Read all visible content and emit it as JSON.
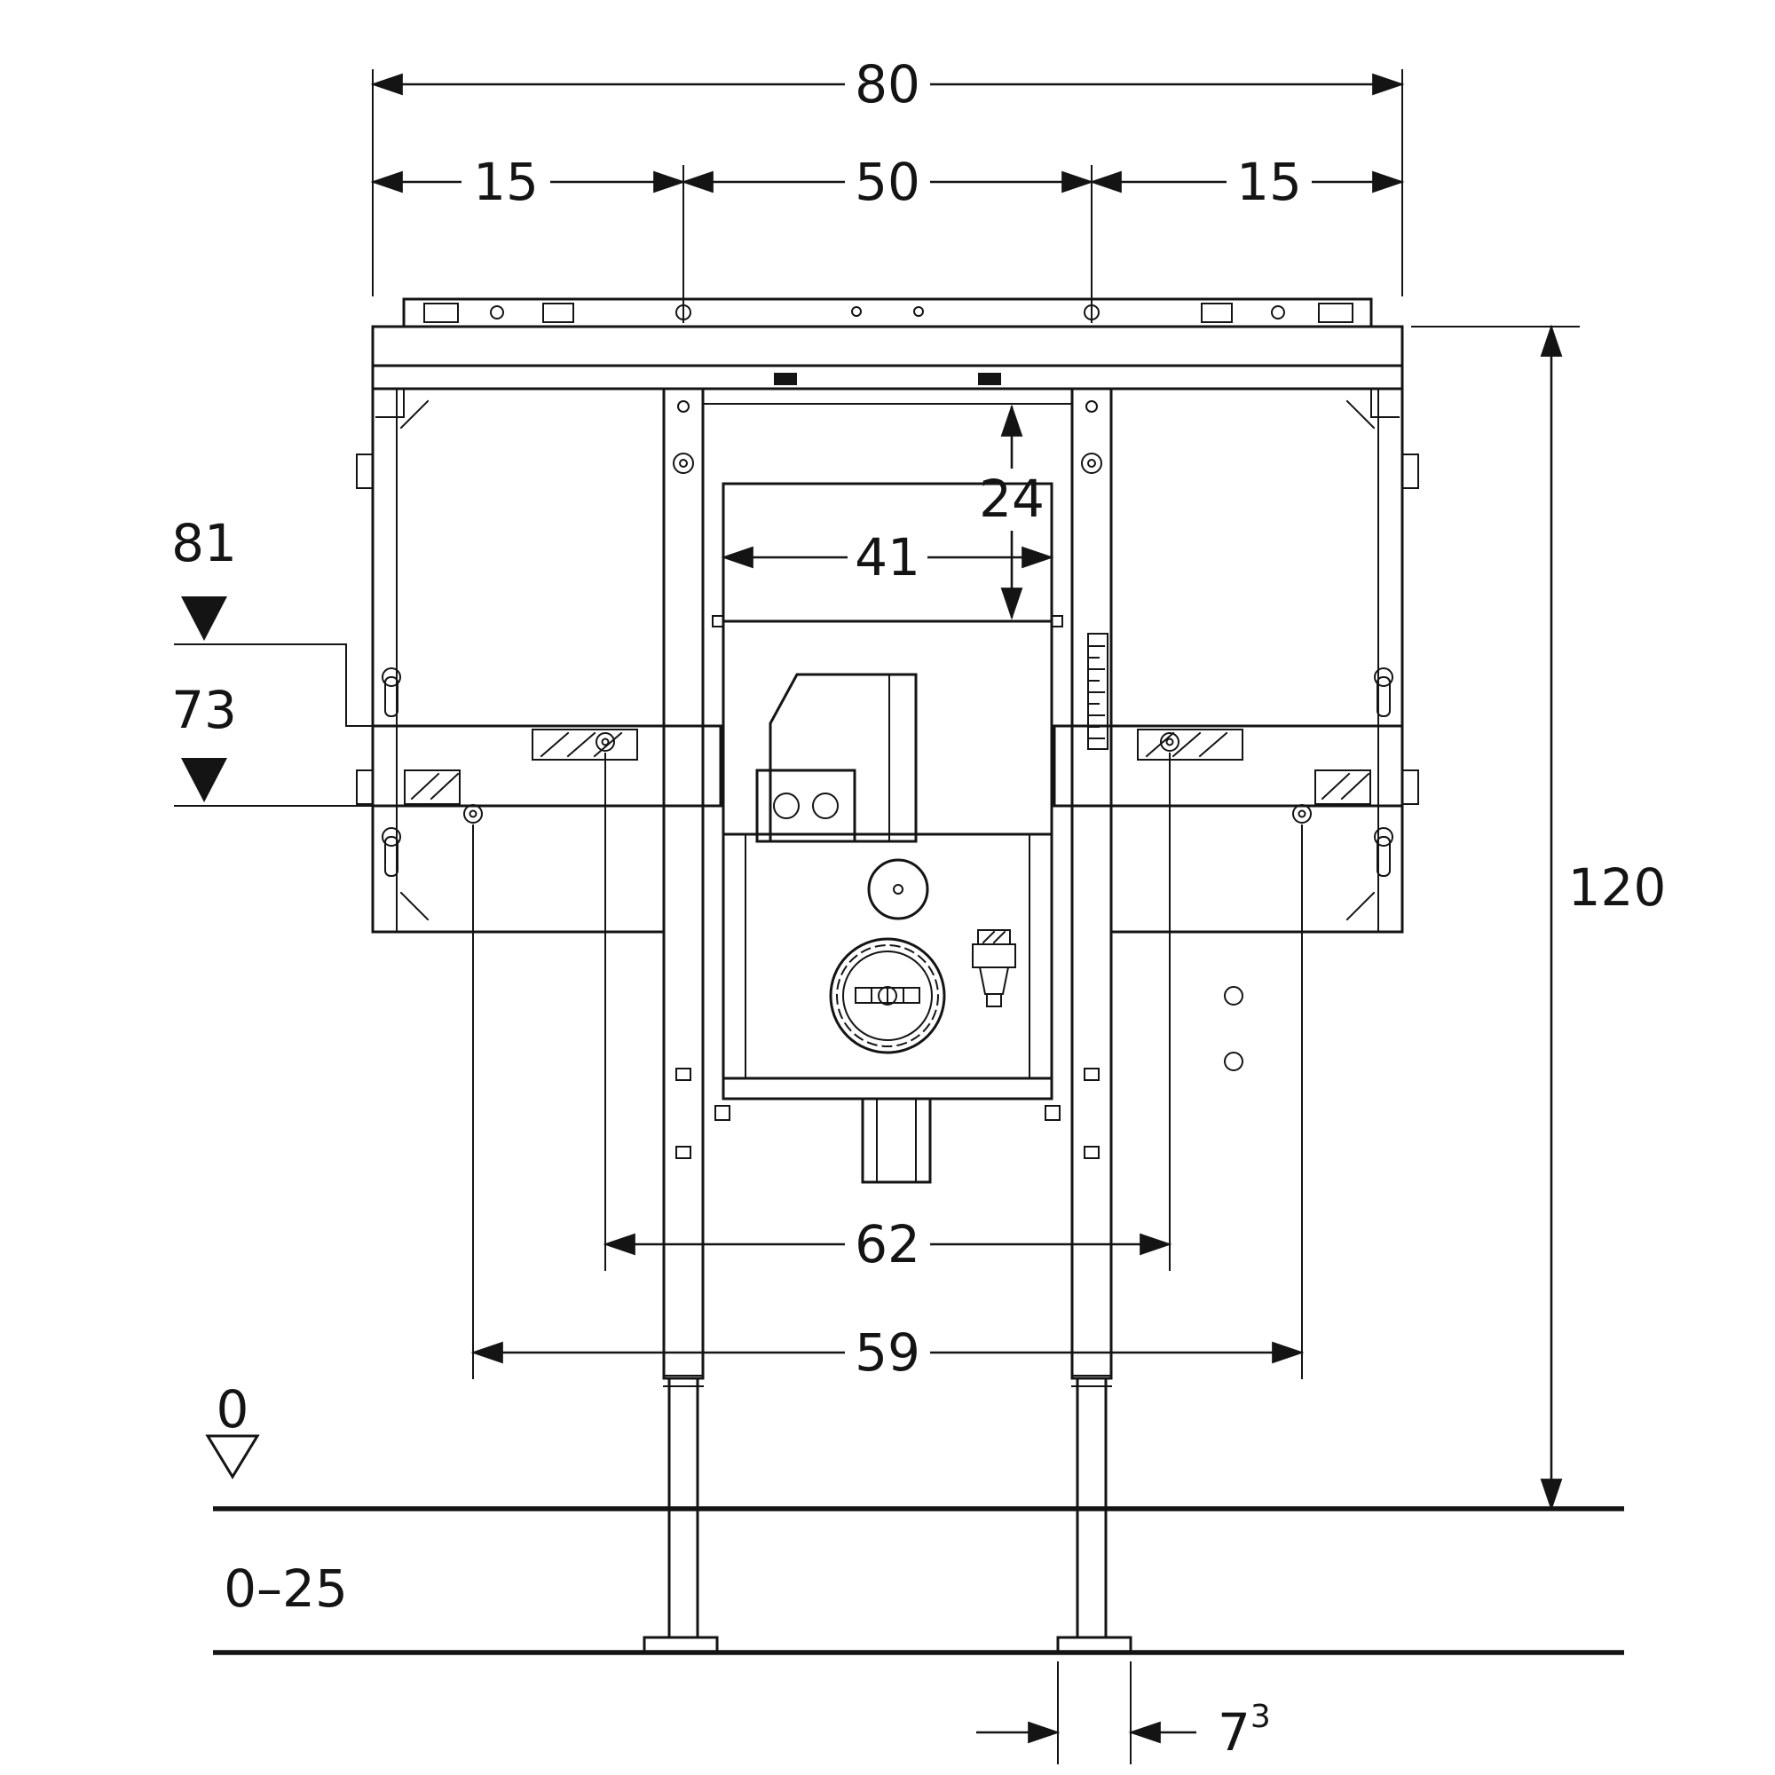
{
  "drawing": {
    "dimensions": {
      "overall_width": "80",
      "left_offset": "15",
      "center_width": "50",
      "right_offset": "15",
      "top_inset": "24",
      "opening_width": "41",
      "upper_level": "81",
      "lower_level": "73",
      "overall_height": "120",
      "fixing_span_inner": "62",
      "fixing_span_outer": "59",
      "zero_level": "0",
      "floor_buildup_range": "0–25",
      "foot_width": {
        "value": "7",
        "footnote": "3"
      }
    }
  }
}
